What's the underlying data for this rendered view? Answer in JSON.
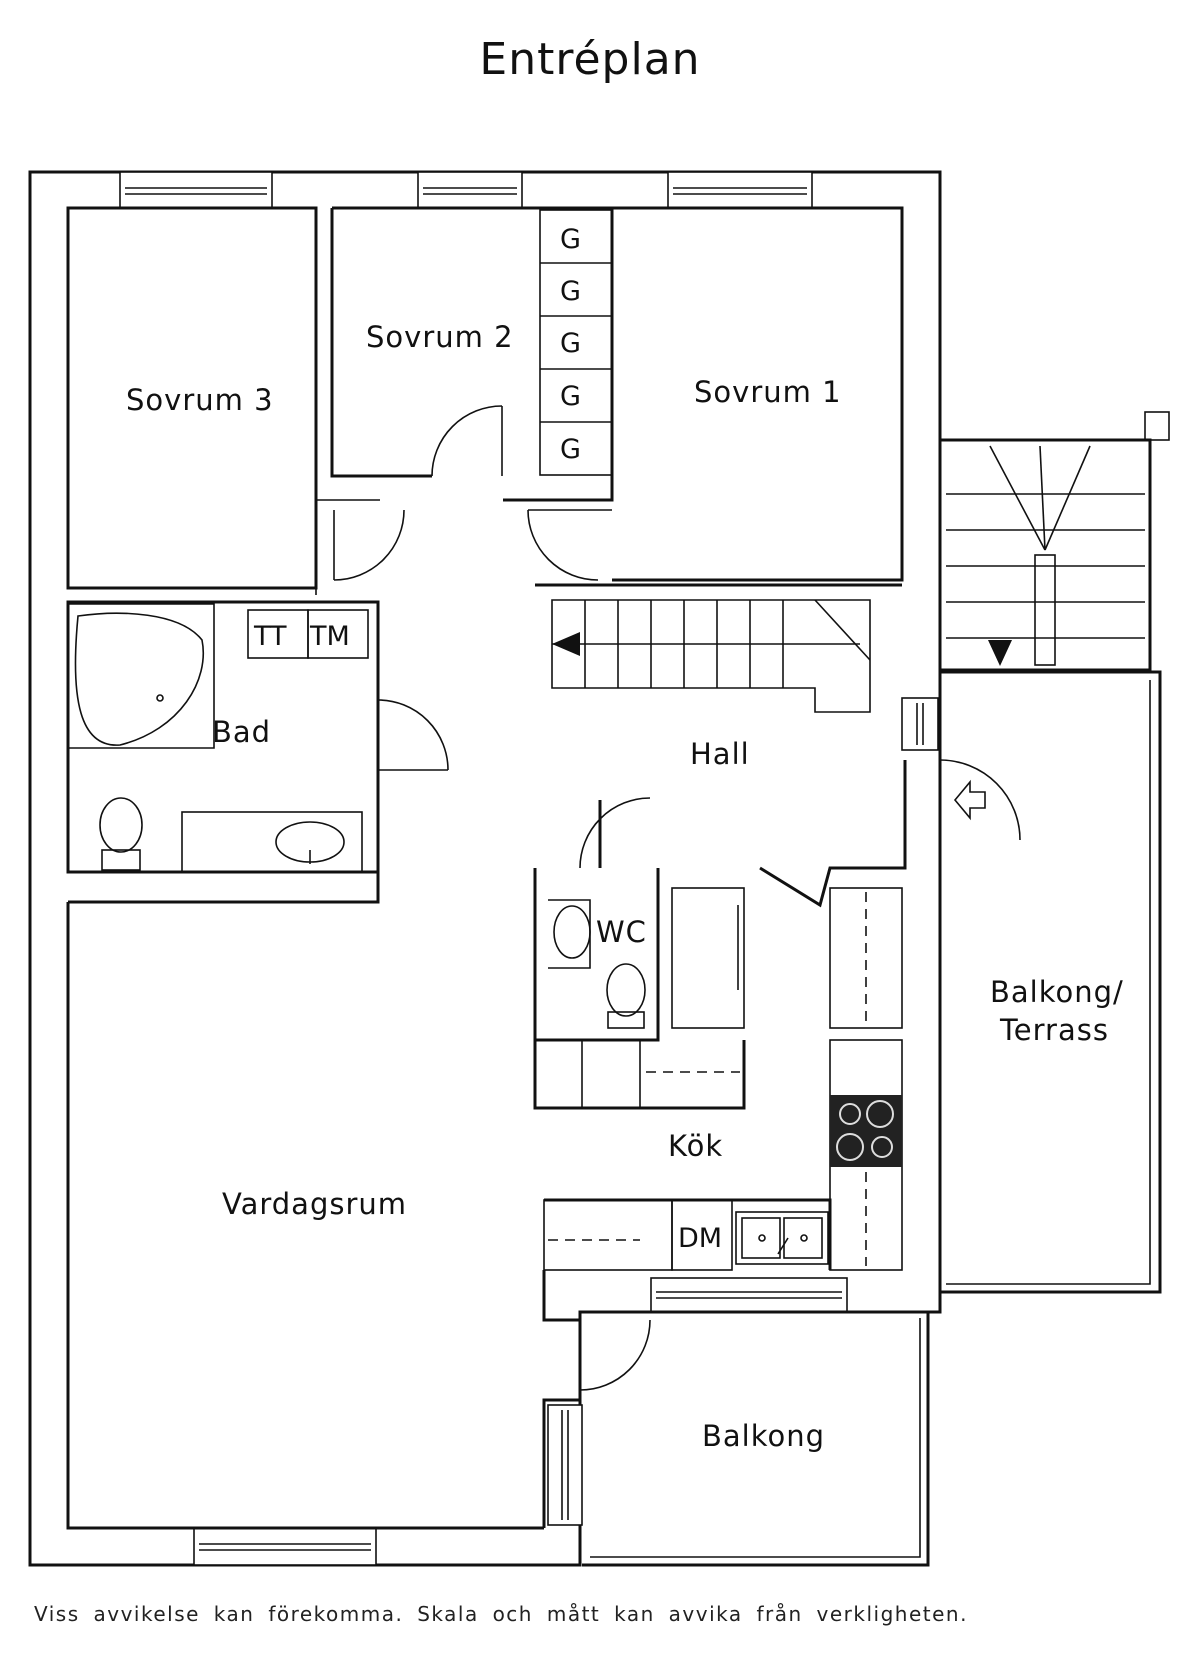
{
  "title": "Entréplan",
  "rooms": {
    "sovrum3": "Sovrum 3",
    "sovrum2": "Sovrum 2",
    "sovrum1": "Sovrum 1",
    "bad": "Bad",
    "hall": "Hall",
    "wc": "WC",
    "kok": "Kök",
    "vardagsrum": "Vardagsrum",
    "balkong_terrass_line1": "Balkong/",
    "balkong_terrass_line2": "Terrass",
    "balkong": "Balkong"
  },
  "fixtures": {
    "garderob": "G",
    "torktumlare": "TT",
    "tvattmaskin": "TM",
    "diskmaskin": "DM"
  },
  "disclaimer": "Viss avvikelse kan förekomma. Skala och mått kan avvika från verkligheten."
}
